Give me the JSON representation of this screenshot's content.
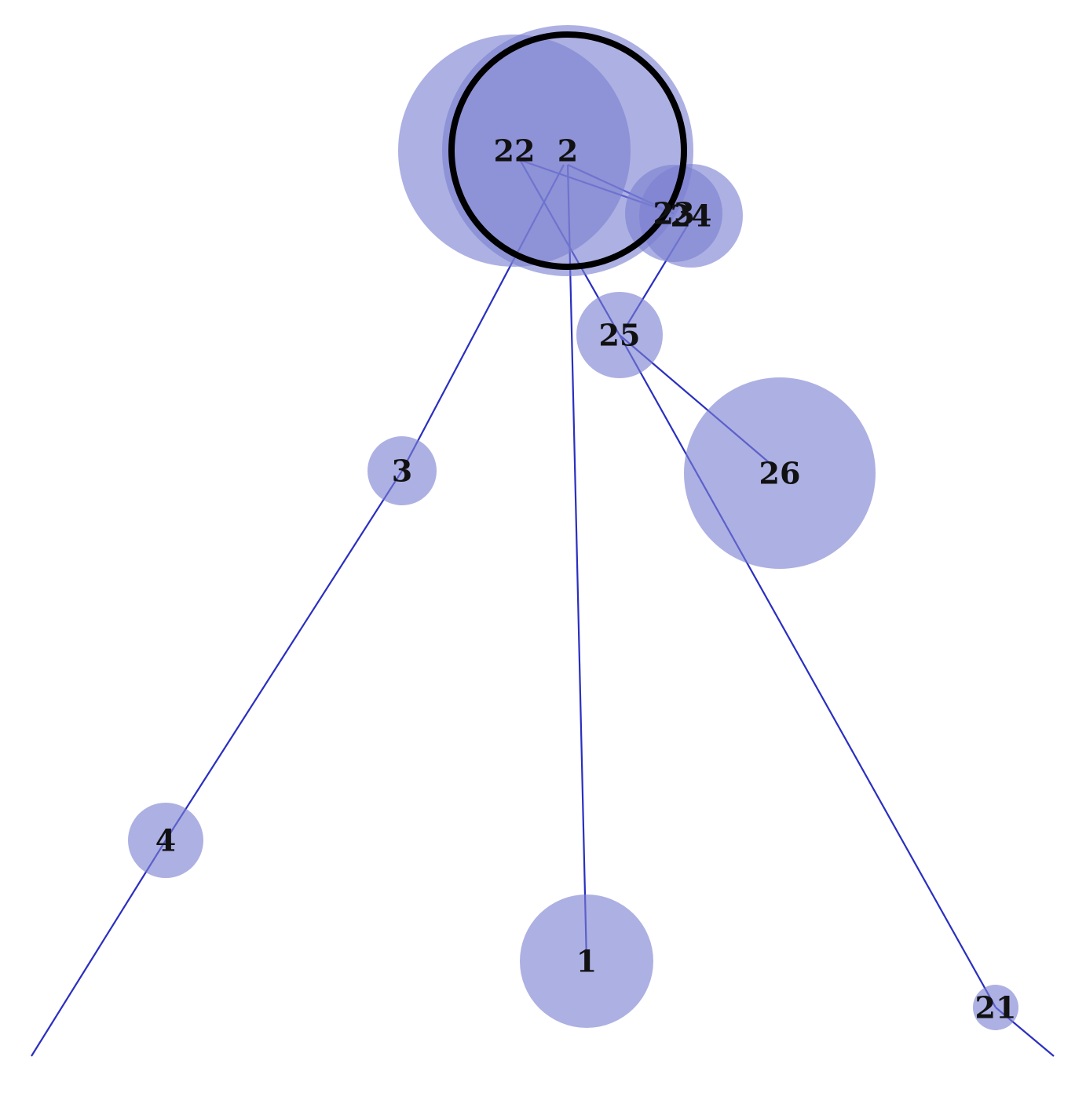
{
  "colors": {
    "node_fill": "#7b7fd0",
    "edge": "#2a2fc0",
    "selected_outline": "#000000",
    "label": "#111111"
  },
  "nodes": [
    {
      "id": "22",
      "label": "22"
    },
    {
      "id": "2",
      "label": "2"
    },
    {
      "id": "23",
      "label": "23"
    },
    {
      "id": "24",
      "label": "24"
    },
    {
      "id": "25",
      "label": "25"
    },
    {
      "id": "26",
      "label": "26"
    },
    {
      "id": "3",
      "label": "3"
    },
    {
      "id": "4",
      "label": "4"
    },
    {
      "id": "1",
      "label": "1"
    },
    {
      "id": "21",
      "label": "21"
    }
  ],
  "edges": [
    {
      "from": "2",
      "to": "3"
    },
    {
      "from": "3",
      "to": "4"
    },
    {
      "from": "2",
      "to": "1"
    },
    {
      "from": "2",
      "to": "23"
    },
    {
      "from": "22",
      "to": "23"
    },
    {
      "from": "22",
      "to": "25"
    },
    {
      "from": "24",
      "to": "25"
    },
    {
      "from": "25",
      "to": "26"
    },
    {
      "from": "25",
      "to": "21"
    }
  ],
  "selected_node": "2"
}
